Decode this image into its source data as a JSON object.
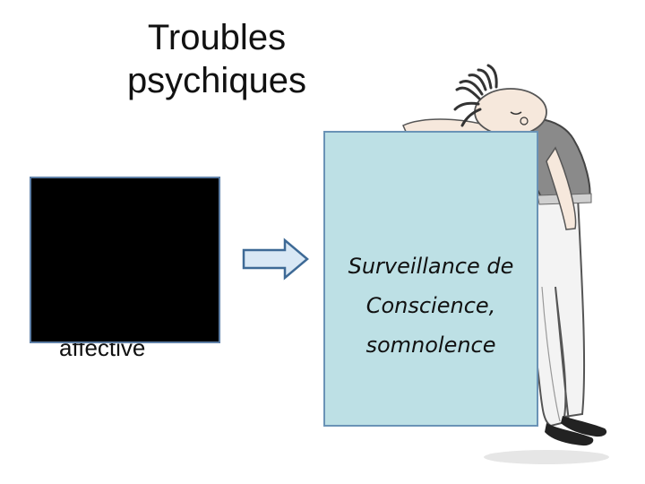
{
  "slide": {
    "title_lines": [
      "Troubles",
      "psychiques"
    ],
    "left_label": "affective",
    "panel_lines": [
      "Surveillance de",
      "Conscience,",
      "somnolence"
    ]
  },
  "colors": {
    "panel_fill": "#bde0e5",
    "panel_border": "#6a93b6",
    "arrow_fill": "#d9e8f5",
    "arrow_border": "#3e6a96",
    "box_fill": "#000000"
  },
  "icons": {
    "arrow": "right-arrow-icon",
    "figure": "sleeping-person-illustration"
  }
}
